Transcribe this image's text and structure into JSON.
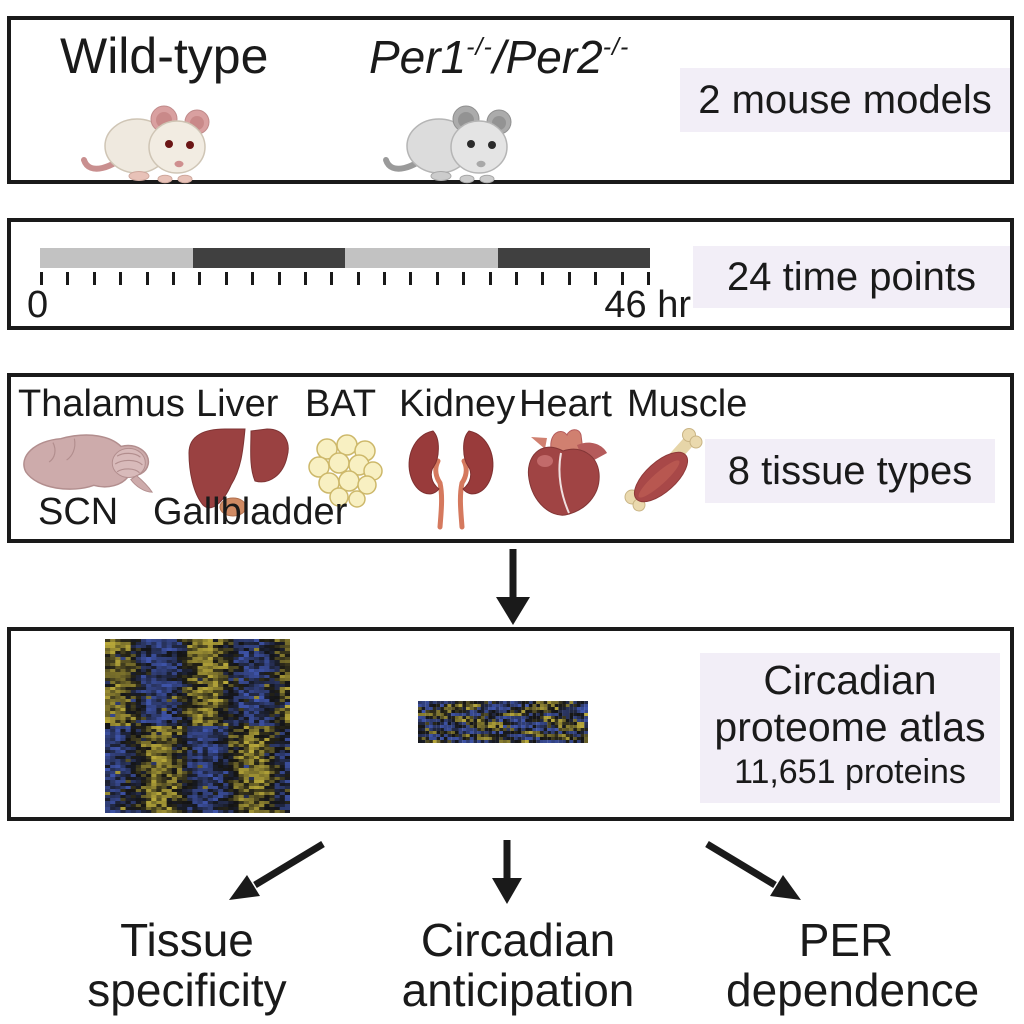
{
  "colors": {
    "ink": "#1a1a1a",
    "badge_bg": "#f2eef7",
    "timeline_light": "#c2c2c2",
    "timeline_dark": "#404040",
    "heat_yellow": "#b9a93a",
    "heat_blue": "#3f55ad",
    "heat_dark": "#141414"
  },
  "panel_models": {
    "wild_type_label": "Wild-type",
    "knockout": {
      "gene1": "Per1",
      "sup1": "-/-",
      "sep": "/",
      "gene2": "Per2",
      "sup2": "-/-"
    },
    "badge": "2 mouse models"
  },
  "panel_time": {
    "start_label": "0",
    "end_label": "46 hr",
    "badge": "24 time points",
    "tick_count": 24,
    "segments": [
      "light",
      "dark",
      "light",
      "dark"
    ]
  },
  "panel_tissues": {
    "labels_top": [
      "Thalamus",
      "Liver",
      "BAT",
      "Kidney",
      "Heart",
      "Muscle"
    ],
    "labels_bottom": [
      "SCN",
      "Gallbladder"
    ],
    "badge": "8 tissue types"
  },
  "panel_atlas": {
    "badge_line1": "Circadian",
    "badge_line2": "proteome atlas",
    "badge_line3": "11,651 proteins"
  },
  "outcomes": {
    "left": {
      "line1": "Tissue",
      "line2": "specificity"
    },
    "middle": {
      "line1": "Circadian",
      "line2": "anticipation"
    },
    "right": {
      "line1": "PER",
      "line2": "dependence"
    }
  },
  "heatmaps": {
    "big": {
      "rows": 58,
      "cols": 36,
      "seed": 7,
      "style": "phase_blocks"
    },
    "small": {
      "rows": 14,
      "cols": 46,
      "seed": 13,
      "style": "noisy"
    }
  }
}
